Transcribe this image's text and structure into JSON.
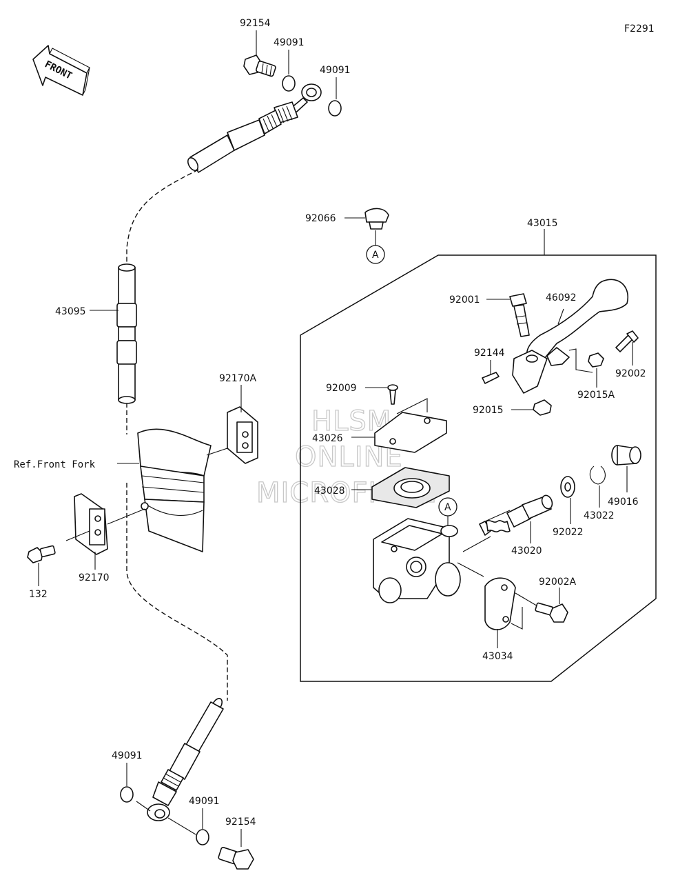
{
  "diagram": {
    "figure_code": "F2291",
    "front_arrow_label": "FRONT",
    "ref_label": "Ref.Front Fork",
    "callout_letter": "A",
    "watermark": [
      "HLSM",
      "ONLINE",
      "MICROFICHE"
    ]
  },
  "parts": [
    {
      "id": "p92154a",
      "number": "92154"
    },
    {
      "id": "p49091a",
      "number": "49091"
    },
    {
      "id": "p49091b",
      "number": "49091"
    },
    {
      "id": "p92066",
      "number": "92066"
    },
    {
      "id": "p43015",
      "number": "43015"
    },
    {
      "id": "p43095",
      "number": "43095"
    },
    {
      "id": "p92001",
      "number": "92001"
    },
    {
      "id": "p46092",
      "number": "46092"
    },
    {
      "id": "p92144",
      "number": "92144"
    },
    {
      "id": "p92002",
      "number": "92002"
    },
    {
      "id": "p92015A",
      "number": "92015A"
    },
    {
      "id": "p92015",
      "number": "92015"
    },
    {
      "id": "p92009",
      "number": "92009"
    },
    {
      "id": "p92170A",
      "number": "92170A"
    },
    {
      "id": "p43026",
      "number": "43026"
    },
    {
      "id": "p43028",
      "number": "43028"
    },
    {
      "id": "p49016",
      "number": "49016"
    },
    {
      "id": "p43022",
      "number": "43022"
    },
    {
      "id": "p92022",
      "number": "92022"
    },
    {
      "id": "p43020",
      "number": "43020"
    },
    {
      "id": "p92002A",
      "number": "92002A"
    },
    {
      "id": "p43034",
      "number": "43034"
    },
    {
      "id": "p132",
      "number": "132"
    },
    {
      "id": "p92170",
      "number": "92170"
    },
    {
      "id": "p49091c",
      "number": "49091"
    },
    {
      "id": "p49091d",
      "number": "49091"
    },
    {
      "id": "p92154b",
      "number": "92154"
    }
  ]
}
